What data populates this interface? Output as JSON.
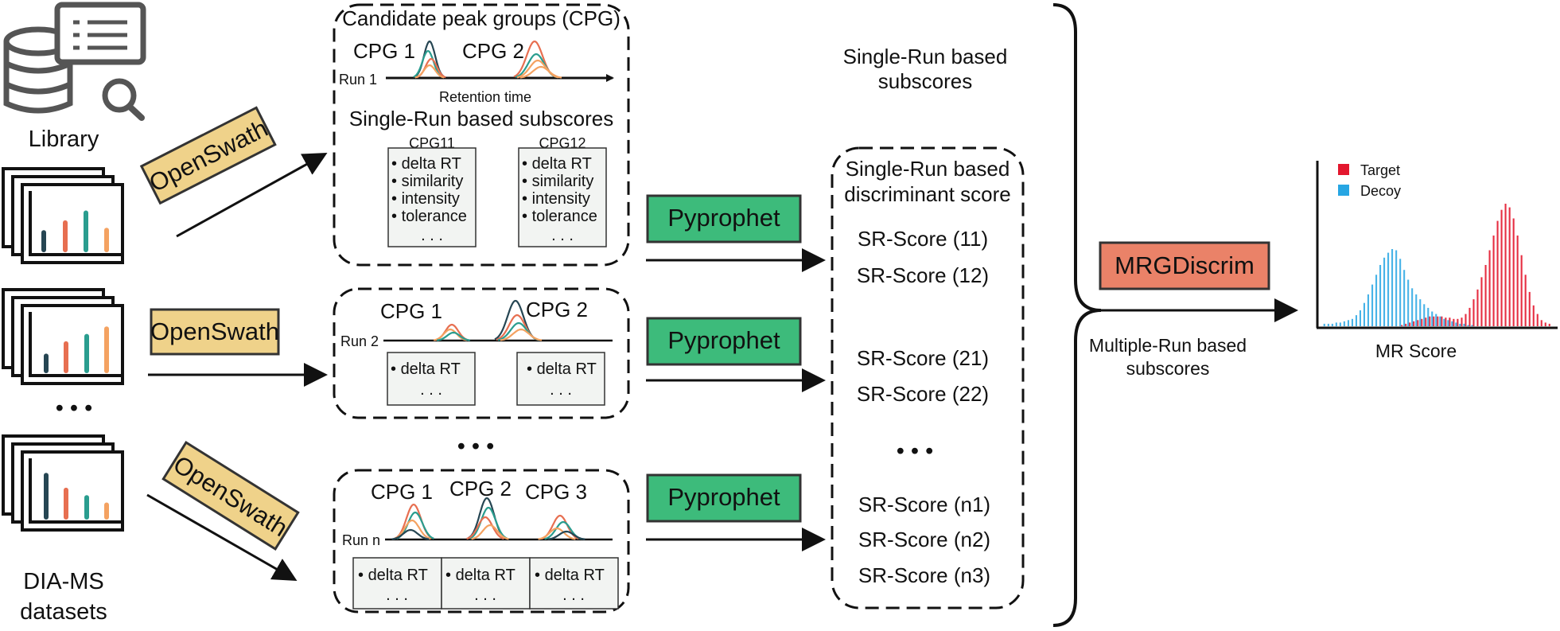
{
  "colors": {
    "openswath": "#efd28a",
    "pyprophet": "#3dbb7b",
    "mrgdiscrim": "#ea8268",
    "target": "#e3172e",
    "decoy": "#27a6e3",
    "bar_teal": "#2a9d8f",
    "bar_orange": "#e76f51",
    "bar_yellow": "#f4a261",
    "bar_dark": "#264653"
  },
  "left": {
    "library": "Library",
    "dots": "• • •",
    "datasets_line1": "DIA-MS",
    "datasets_line2": "datasets"
  },
  "tools": {
    "openswath": "OpenSwath",
    "pyprophet": "Pyprophet",
    "mrgdiscrim": "MRGDiscrim"
  },
  "cpg_panel1": {
    "title": "Candidate peak groups (CPG)",
    "cpg1": "CPG 1",
    "cpg2": "CPG 2",
    "run": "Run 1",
    "axis": "Retention time",
    "subtitle": "Single-Run based subscores",
    "box1_title": "CPG11",
    "box2_title": "CPG12",
    "features": [
      "delta RT",
      "similarity",
      "intensity",
      "tolerance"
    ],
    "ellipsis": ".   .   ."
  },
  "cpg_panel2": {
    "cpg1": "CPG 1",
    "cpg2": "CPG 2",
    "run": "Run 2",
    "feature": "delta RT",
    "ellipsis": ".   .   ."
  },
  "cpg_panel3": {
    "cpg1": "CPG 1",
    "cpg2": "CPG 2",
    "cpg3": "CPG 3",
    "run": "Run n",
    "feature": "delta RT",
    "ellipsis": ".   .   ."
  },
  "middle_dots": "• • •",
  "sr_panel": {
    "heading_line1": "Single-Run based",
    "heading_line2": "discriminant score",
    "scores": [
      "SR-Score (11)",
      "SR-Score (12)",
      "SR-Score (21)",
      "SR-Score (22)",
      "SR-Score (n1)",
      "SR-Score (n2)",
      "SR-Score (n3)"
    ],
    "dots": "• • •"
  },
  "annotations": {
    "single_run_line1": "Single-Run based",
    "single_run_line2": "subscores",
    "multi_run_line1": "Multiple-Run based",
    "multi_run_line2": "subscores"
  },
  "chart_data": {
    "type": "bar",
    "xlabel": "MR Score",
    "ylabel": "",
    "legend_position": "top-left",
    "series": [
      {
        "name": "Target",
        "values": [
          0,
          0,
          0,
          0,
          0,
          0,
          0,
          0,
          0,
          0,
          0,
          0,
          0,
          0,
          0,
          0,
          0,
          0,
          0,
          0.01,
          0.02,
          0.03,
          0.04,
          0.05,
          0.06,
          0.07,
          0.08,
          0.08,
          0.08,
          0.08,
          0.07,
          0.07,
          0.06,
          0.06,
          0.07,
          0.1,
          0.15,
          0.22,
          0.3,
          0.4,
          0.5,
          0.62,
          0.74,
          0.86,
          0.95,
          1.0,
          0.97,
          0.88,
          0.74,
          0.58,
          0.42,
          0.28,
          0.17,
          0.1,
          0.05,
          0.03,
          0.02
        ]
      },
      {
        "name": "Decoy",
        "values": [
          0.02,
          0.02,
          0.02,
          0.03,
          0.03,
          0.04,
          0.05,
          0.06,
          0.09,
          0.13,
          0.19,
          0.26,
          0.34,
          0.42,
          0.5,
          0.56,
          0.6,
          0.63,
          0.62,
          0.55,
          0.46,
          0.38,
          0.31,
          0.26,
          0.22,
          0.18,
          0.15,
          0.12,
          0.1,
          0.08,
          0.06,
          0.05,
          0.04,
          0.03,
          0.02,
          0.02,
          0.01,
          0.01,
          0,
          0,
          0,
          0,
          0,
          0,
          0,
          0,
          0,
          0,
          0,
          0,
          0,
          0,
          0,
          0,
          0,
          0,
          0
        ]
      }
    ]
  }
}
